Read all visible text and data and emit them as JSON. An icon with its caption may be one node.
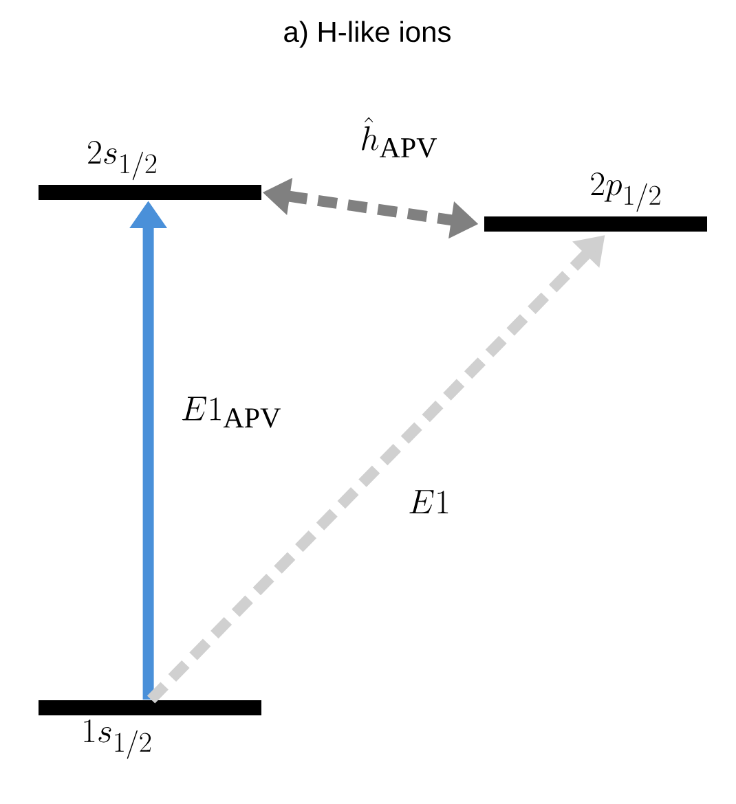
{
  "diagram": {
    "title": "a) H-like ions",
    "nodes": [
      {
        "text": [
          "2s_{1/2}"
        ]
      },
      {
        "text": [
          "2p_{1/2}"
        ]
      },
      {
        "text": [
          "1s_{1/2}"
        ]
      }
    ],
    "edges": [
      {
        "from": 2,
        "to": 0,
        "arrow": "to",
        "label": "E1_{\\mathrm{APV}}",
        "color": "#4a90d9"
      },
      {
        "from": 0,
        "to": 1,
        "arrow": "both",
        "label": "\\hat{h}_{\\mathrm{APV}}",
        "style": "dashed",
        "color": "#808080"
      },
      {
        "from": 2,
        "to": 1,
        "arrow": "to",
        "label": "E1",
        "style": "dashed",
        "color": "#d0d0d0"
      }
    ]
  }
}
